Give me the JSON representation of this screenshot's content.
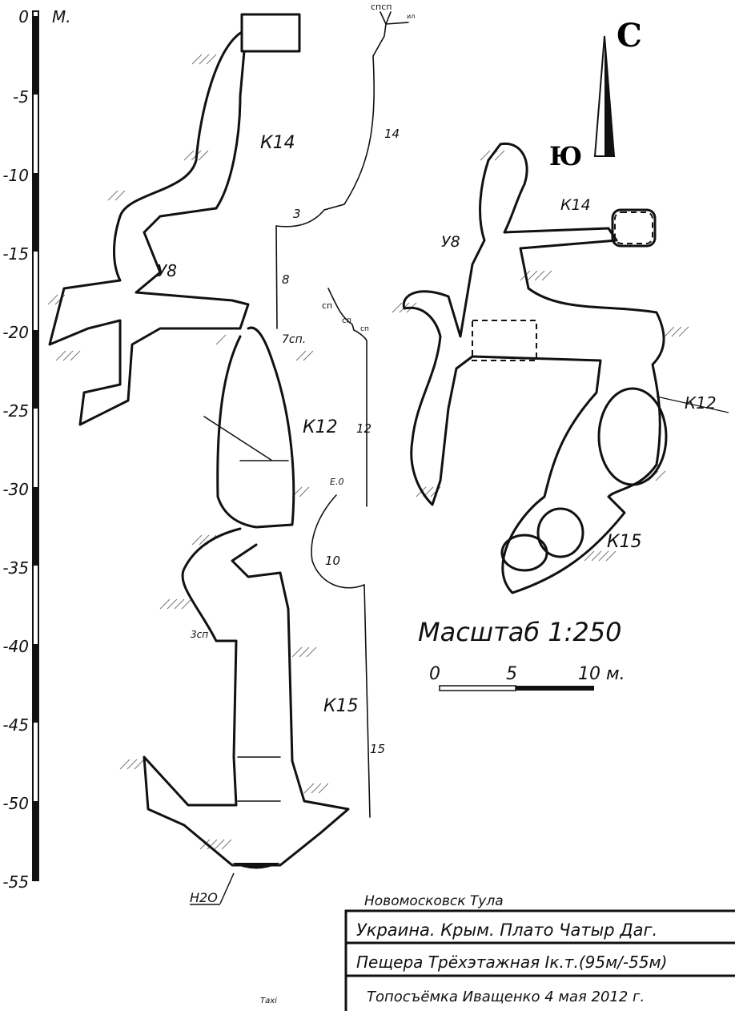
{
  "depth_axis": {
    "unit_label": "М.",
    "ticks": [
      "0",
      "-5",
      "-10",
      "-15",
      "-20",
      "-25",
      "-30",
      "-35",
      "-40",
      "-45",
      "-50",
      "-55"
    ]
  },
  "profile": {
    "passages": [
      "К14",
      "У8",
      "К12",
      "К15"
    ],
    "water_label": "Н2О",
    "side_notes": [
      "3сп",
      "7сп."
    ]
  },
  "survey_line": {
    "legs": [
      "14",
      "3",
      "8",
      "12",
      "10",
      "15"
    ],
    "station_notes": [
      "спсп",
      "ил",
      "сп",
      "сп",
      "сп",
      "Е.0"
    ]
  },
  "plan": {
    "passages": [
      "К14",
      "У8",
      "К12",
      "К15"
    ]
  },
  "compass": {
    "north": "С",
    "south": "Ю"
  },
  "scale": {
    "title": "Масштаб 1:250",
    "ticks": [
      "0",
      "5",
      "10 м."
    ]
  },
  "title_block": {
    "team": "Новомосковск Тула",
    "rows": [
      "Украина. Крым. Плато Чатыр Даг.",
      "Пещера Трёхэтажная Iк.т.(95м/-55м)",
      "Топосъёмка Иващенко  4 мая 2012 г."
    ]
  },
  "signature": "Таxi"
}
